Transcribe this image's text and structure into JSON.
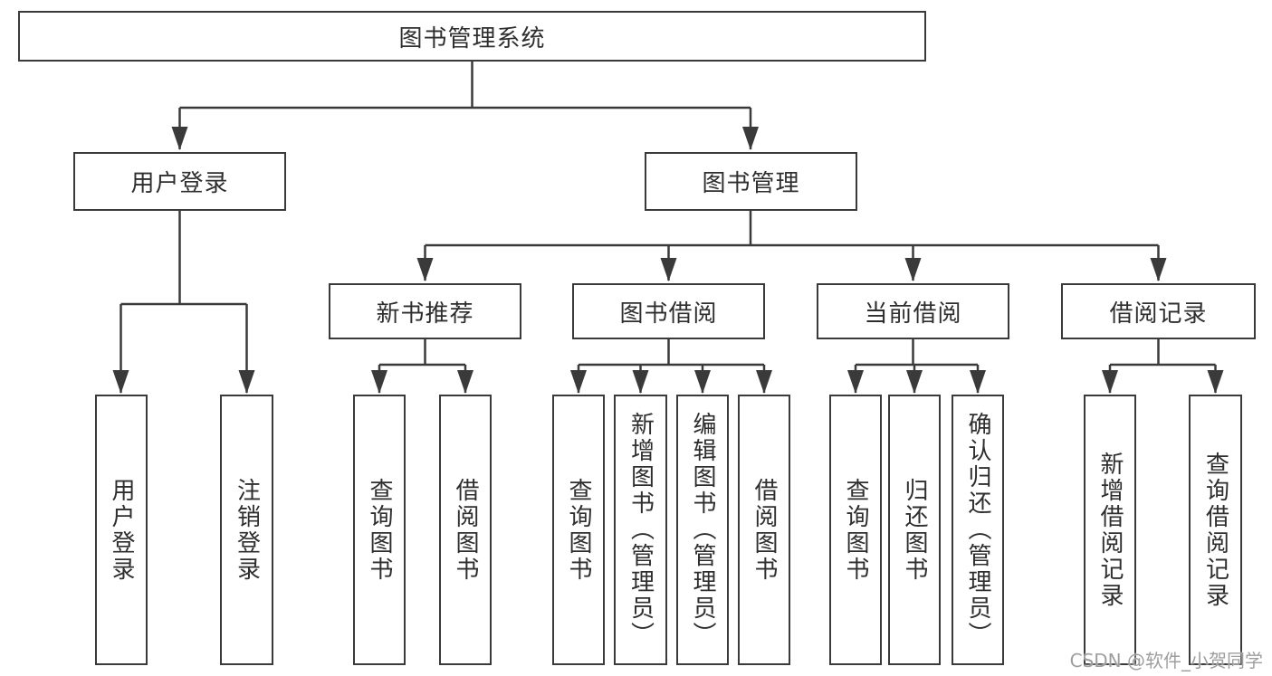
{
  "tree": {
    "root": "图书管理系统",
    "level2": [
      "用户登录",
      "图书管理"
    ],
    "level3": [
      "新书推荐",
      "图书借阅",
      "当前借阅",
      "借阅记录"
    ],
    "leaves": {
      "user_login": [
        "用户登录",
        "注销登录"
      ],
      "new_books": [
        "查询图书",
        "借阅图书"
      ],
      "book_borrow": [
        "查询图书",
        "新增图书（管理员）",
        "编辑图书（管理员）",
        "借阅图书"
      ],
      "current_borrow": [
        "查询图书",
        "归还图书",
        "确认归还（管理员）"
      ],
      "borrow_records": [
        "新增借阅记录",
        "查询借阅记录"
      ]
    }
  },
  "watermark": "CSDN @软件_小贺同学",
  "colors": {
    "line": "#3a3a3a",
    "box_fill": "#ffffff",
    "text": "#2e2e2e",
    "watermark": "#9e9e9e"
  }
}
